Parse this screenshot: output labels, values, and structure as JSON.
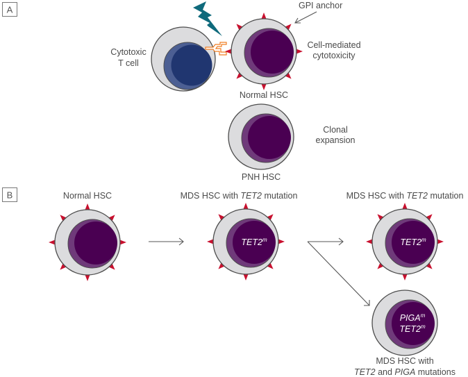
{
  "colors": {
    "cell_fill": "#dcdcde",
    "cell_stroke": "#4d4d4d",
    "hsc_nucleus": "#4a0052",
    "hsc_nucleus_edge": "#6f3a7a",
    "tcell_nucleus": "#203670",
    "tcell_nucleus_edge": "#4c5f93",
    "gpi_anchor": "#c8102e",
    "lightning": "#0f6a7c",
    "receptor": "#f07d22",
    "text": "#4a4a4a"
  },
  "panel_a": {
    "label": "A",
    "tcell_label_1": "Cytotoxic",
    "tcell_label_2": "T cell",
    "gpi_label": "GPI anchor",
    "cytotoxicity_label_1": "Cell-mediated",
    "cytotoxicity_label_2": "cytotoxicity",
    "normal_hsc_label": "Normal HSC",
    "clonal_label_1": "Clonal",
    "clonal_label_2": "expansion",
    "pnh_hsc_label": "PNH HSC"
  },
  "panel_b": {
    "label": "B",
    "cells": [
      {
        "title": "Normal HSC",
        "mutations": []
      },
      {
        "title_prefix": "MDS HSC with ",
        "title_gene": "TET2",
        "title_suffix": " mutation",
        "mutations": [
          "TET2"
        ]
      },
      {
        "title_prefix": "MDS HSC with ",
        "title_gene": "TET2",
        "title_suffix": " mutation",
        "mutations": [
          "TET2"
        ]
      },
      {
        "caption_line1": "MDS HSC with",
        "caption_gene1": "TET2",
        "caption_mid": " and ",
        "caption_gene2": "PIGA",
        "caption_suffix": " mutations",
        "mutations": [
          "PIGA",
          "TET2"
        ]
      }
    ],
    "mutation_superscript": "m"
  }
}
